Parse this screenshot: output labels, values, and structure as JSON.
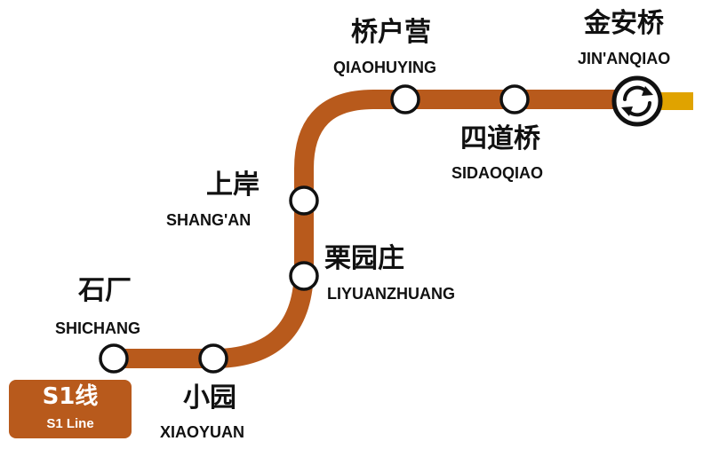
{
  "colors": {
    "line": "#b85a1c",
    "connecting_line": "#e0a300",
    "station_fill": "#ffffff",
    "station_stroke": "#111111"
  },
  "line": {
    "name": "S1线",
    "name_en": "S1 Line"
  },
  "stations": [
    {
      "id": "shichang",
      "name_zh": "石厂",
      "name_en": "SHICHANG",
      "type": "station"
    },
    {
      "id": "xiaoyuan",
      "name_zh": "小园",
      "name_en": "XIAOYUAN",
      "type": "station"
    },
    {
      "id": "liyuanzhuang",
      "name_zh": "栗园庄",
      "name_en": "LIYUANZHUANG",
      "type": "station"
    },
    {
      "id": "shangan",
      "name_zh": "上岸",
      "name_en": "SHANG'AN",
      "type": "station"
    },
    {
      "id": "qiaohuying",
      "name_zh": "桥户营",
      "name_en": "QIAOHUYING",
      "type": "station"
    },
    {
      "id": "sidaoqiao",
      "name_zh": "四道桥",
      "name_en": "SIDAOQIAO",
      "type": "station"
    },
    {
      "id": "jinanqiao",
      "name_zh": "金安桥",
      "name_en": "JIN'ANQIAO",
      "type": "interchange",
      "icon": "interchange-icon"
    }
  ]
}
